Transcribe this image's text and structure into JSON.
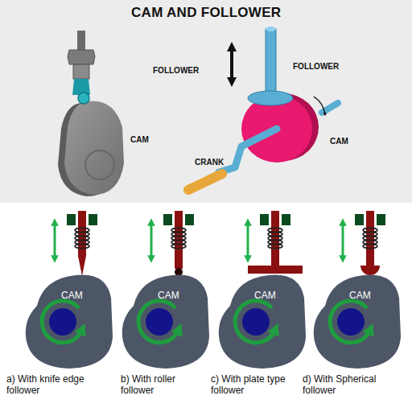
{
  "diagram": {
    "title": "CAM AND FOLLOWER",
    "nodes": [
      {
        "text": [
          "CAM"
        ]
      },
      {
        "text": [
          "CAM"
        ]
      },
      {
        "text": [
          "CAM"
        ]
      },
      {
        "text": [
          "CAM"
        ]
      }
    ],
    "labels": [
      "FOLLOWER",
      "CAM",
      "FOLLOWER",
      "CAM",
      "CRANK",
      "a) With knife edge follower",
      "b) With roller follower",
      "c) With plate type follower",
      "d) With Spherical follower"
    ]
  }
}
